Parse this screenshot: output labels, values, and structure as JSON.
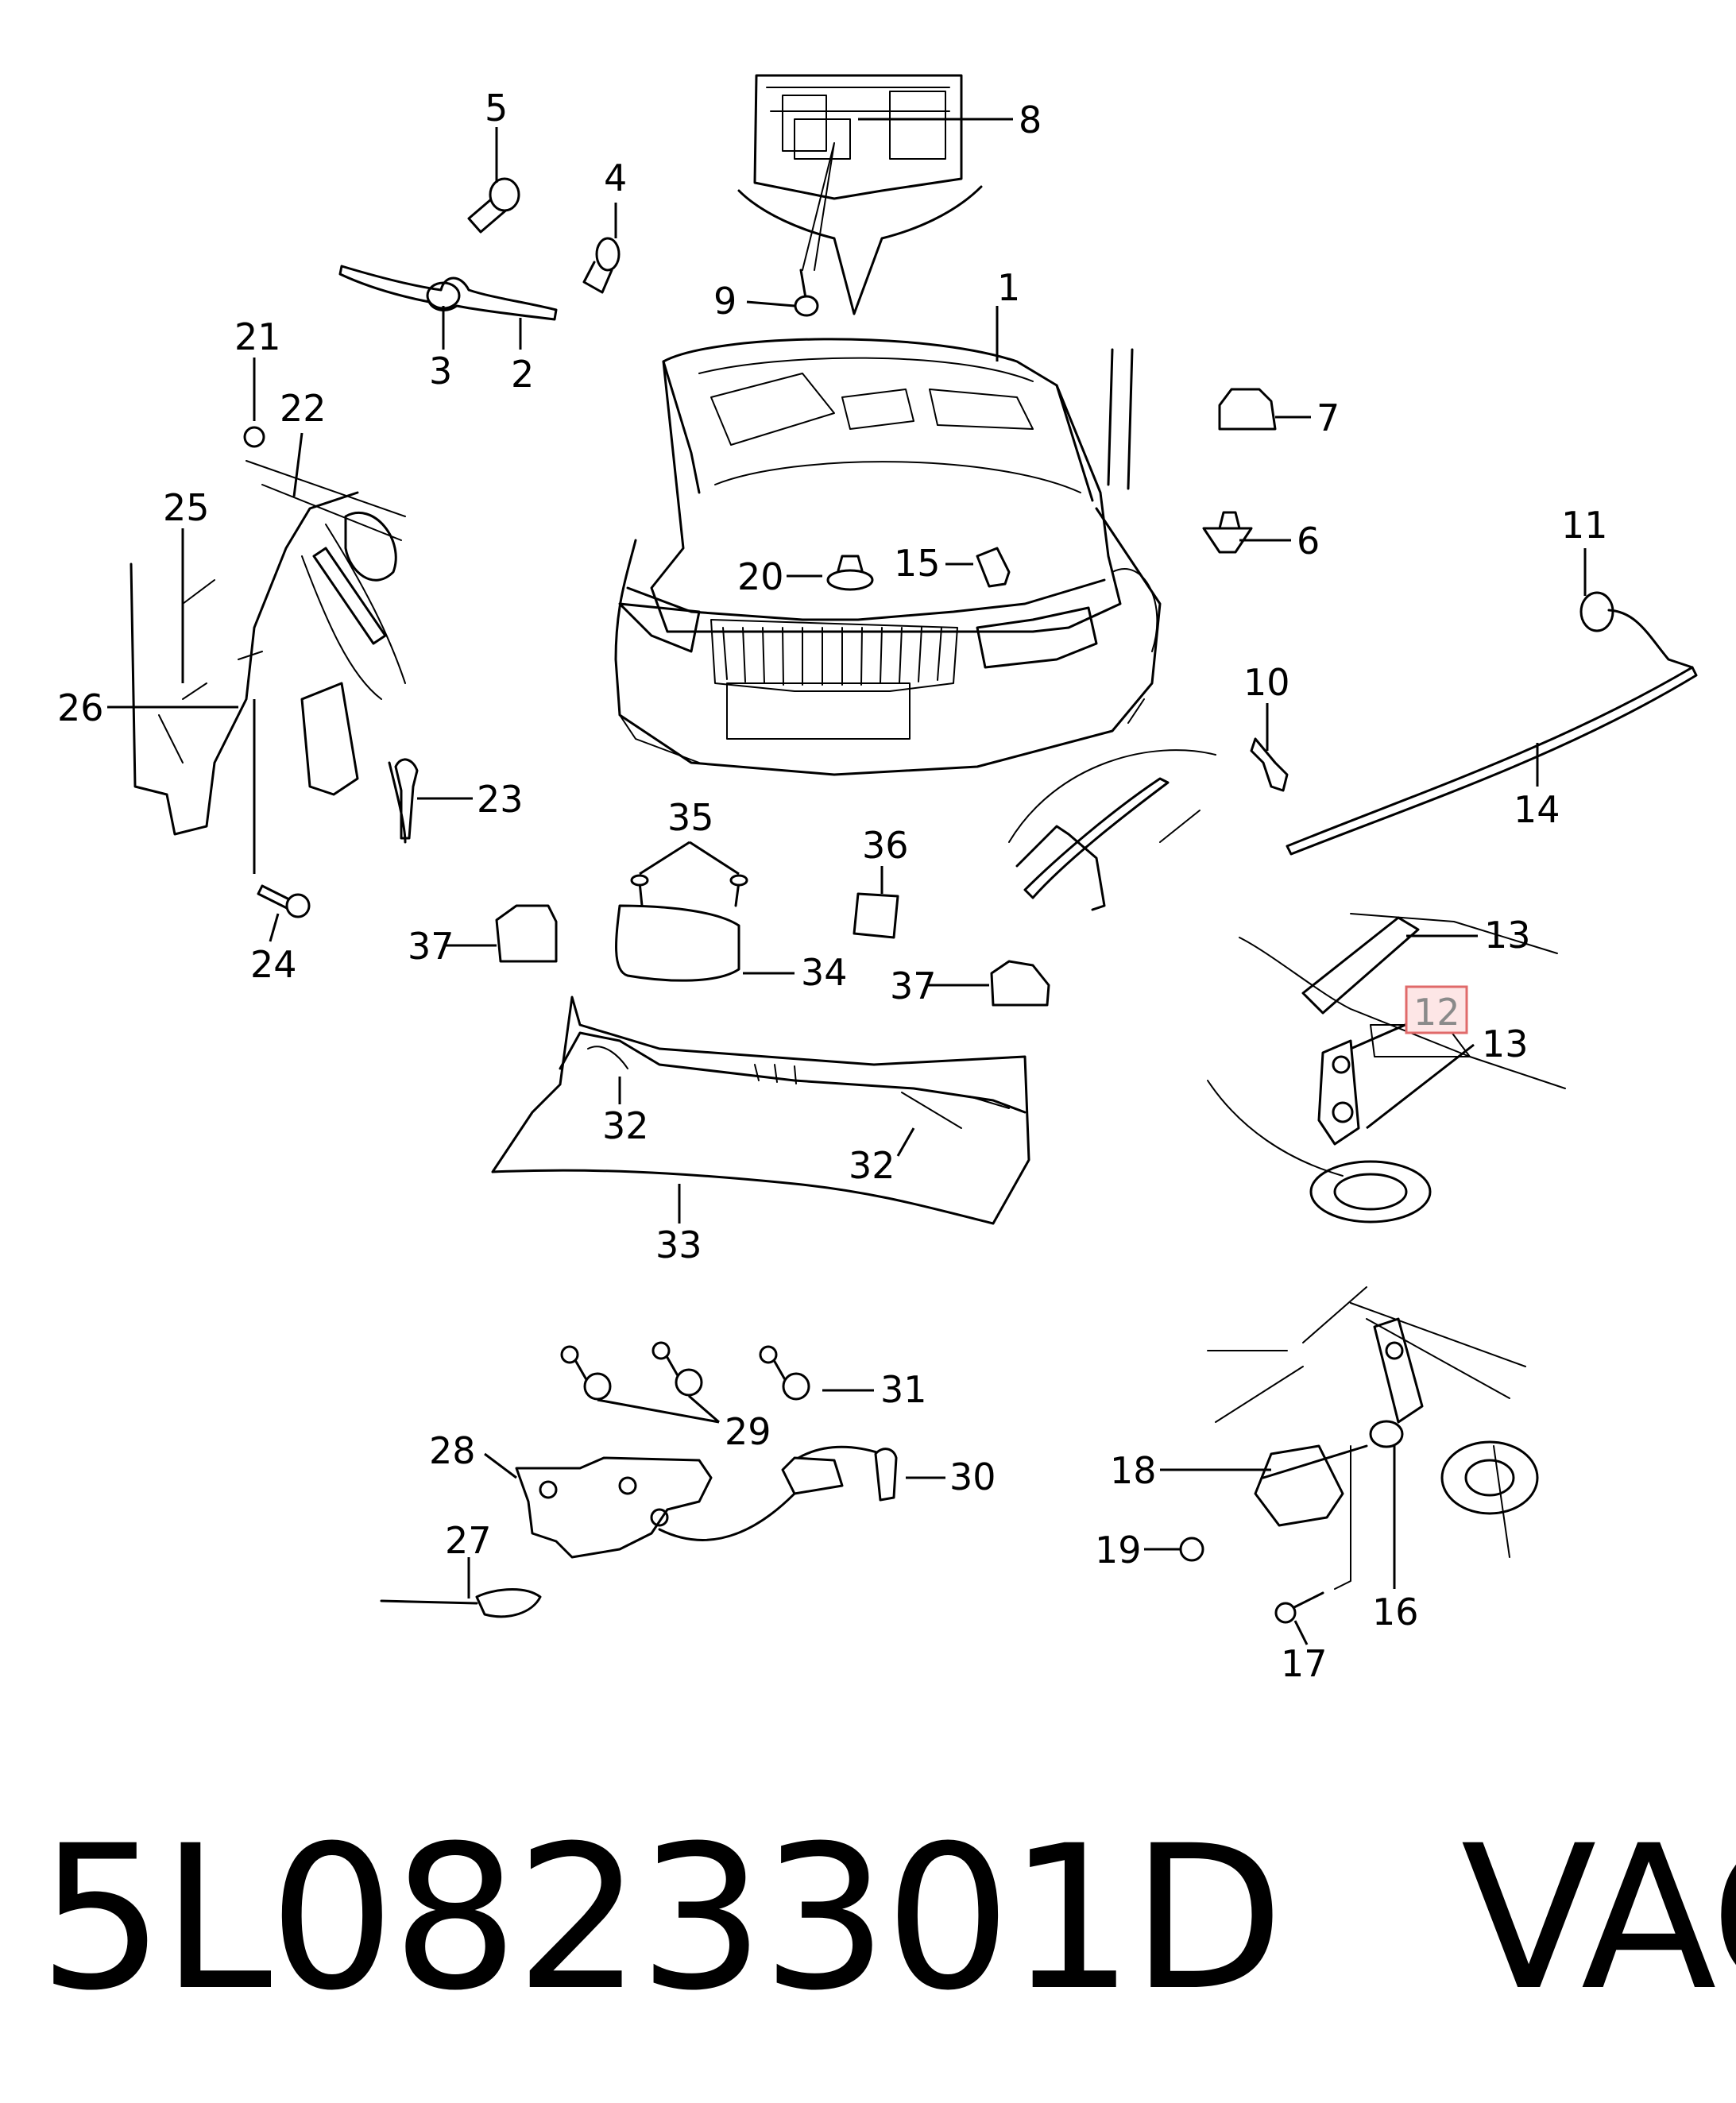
{
  "diagram": {
    "callouts": [
      {
        "id": "1",
        "text": "1"
      },
      {
        "id": "2",
        "text": "2"
      },
      {
        "id": "3",
        "text": "3"
      },
      {
        "id": "4",
        "text": "4"
      },
      {
        "id": "5",
        "text": "5"
      },
      {
        "id": "6",
        "text": "6"
      },
      {
        "id": "7",
        "text": "7"
      },
      {
        "id": "8",
        "text": "8"
      },
      {
        "id": "9",
        "text": "9"
      },
      {
        "id": "10",
        "text": "10"
      },
      {
        "id": "11",
        "text": "11"
      },
      {
        "id": "12",
        "text": "12",
        "highlighted": true
      },
      {
        "id": "13a",
        "text": "13"
      },
      {
        "id": "13b",
        "text": "13"
      },
      {
        "id": "14",
        "text": "14"
      },
      {
        "id": "15",
        "text": "15"
      },
      {
        "id": "16",
        "text": "16"
      },
      {
        "id": "17",
        "text": "17"
      },
      {
        "id": "18",
        "text": "18"
      },
      {
        "id": "19",
        "text": "19"
      },
      {
        "id": "20",
        "text": "20"
      },
      {
        "id": "21",
        "text": "21"
      },
      {
        "id": "22",
        "text": "22"
      },
      {
        "id": "23",
        "text": "23"
      },
      {
        "id": "24",
        "text": "24"
      },
      {
        "id": "25",
        "text": "25"
      },
      {
        "id": "26",
        "text": "26"
      },
      {
        "id": "27",
        "text": "27"
      },
      {
        "id": "28",
        "text": "28"
      },
      {
        "id": "29",
        "text": "29"
      },
      {
        "id": "30",
        "text": "30"
      },
      {
        "id": "31",
        "text": "31"
      },
      {
        "id": "32a",
        "text": "32"
      },
      {
        "id": "32b",
        "text": "32"
      },
      {
        "id": "33",
        "text": "33"
      },
      {
        "id": "34",
        "text": "34"
      },
      {
        "id": "35",
        "text": "35"
      },
      {
        "id": "36",
        "text": "36"
      },
      {
        "id": "37a",
        "text": "37"
      },
      {
        "id": "37b",
        "text": "37"
      }
    ],
    "highlight_color": "#e06a6a"
  },
  "footer": {
    "part_number": "5L0823301D",
    "brand": "VAG"
  }
}
